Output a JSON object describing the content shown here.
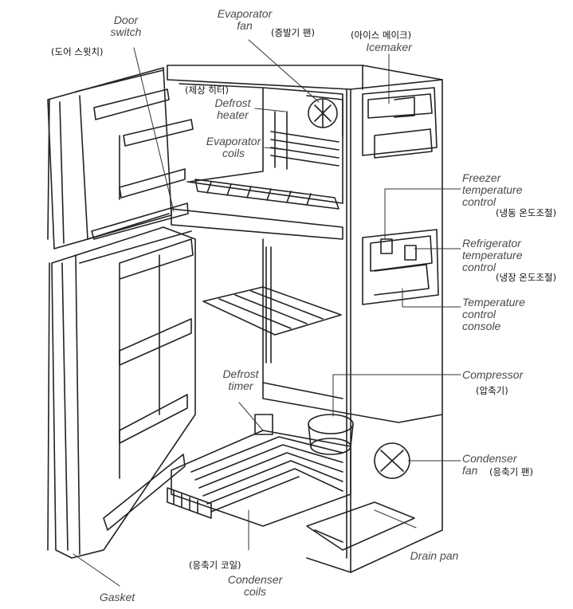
{
  "labels": {
    "door_switch_en": "Door\nswitch",
    "door_switch_ko": "(도어 스윗치)",
    "evaporator_fan_en": "Evaporator\nfan",
    "evaporator_fan_ko": "(증발기 팬)",
    "icemaker_ko": "(아이스 메이크)",
    "icemaker_en": "Icemaker",
    "defrost_heater_ko": "(제상 히터)",
    "defrost_heater_en": "Defrost\nheater",
    "evaporator_coils_en": "Evaporator\ncoils",
    "freezer_temp_en": "Freezer\ntemperature\ncontrol",
    "freezer_temp_ko": "(냉동 온도조절)",
    "refrigerator_temp_en": "Refrigerator\ntemperature\ncontrol",
    "refrigerator_temp_ko": "(냉장 온도조절)",
    "temp_console_en": "Temperature\ncontrol\nconsole",
    "defrost_timer_en": "Defrost\ntimer",
    "compressor_en": "Compressor",
    "compressor_ko": "(압축기)",
    "condenser_fan_en": "Condenser\nfan",
    "condenser_fan_ko": "(응축기 팬)",
    "drain_pan_en": "Drain pan",
    "condenser_coils_ko": "(응축기 코일)",
    "condenser_coils_en": "Condenser\ncoils",
    "gasket_en": "Gasket"
  }
}
